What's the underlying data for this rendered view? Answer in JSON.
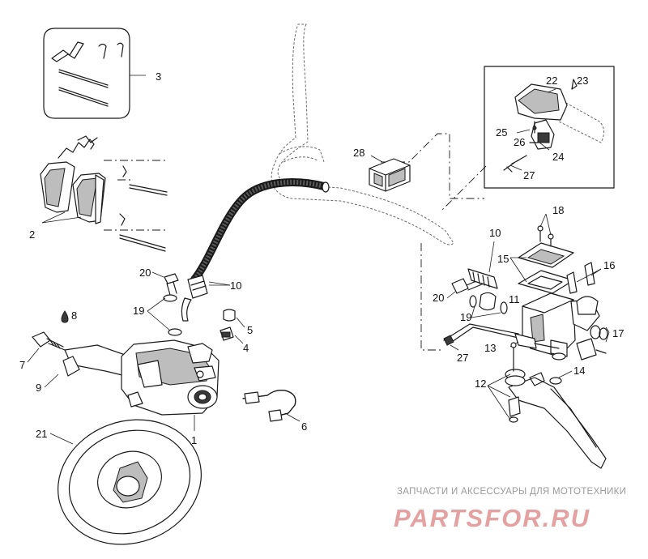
{
  "callouts": [
    {
      "id": "1",
      "label": "1"
    },
    {
      "id": "2",
      "label": "2"
    },
    {
      "id": "3",
      "label": "3"
    },
    {
      "id": "4",
      "label": "4"
    },
    {
      "id": "5",
      "label": "5"
    },
    {
      "id": "6",
      "label": "6"
    },
    {
      "id": "7",
      "label": "7"
    },
    {
      "id": "8",
      "label": "8"
    },
    {
      "id": "9",
      "label": "9"
    },
    {
      "id": "10a",
      "label": "10"
    },
    {
      "id": "10b",
      "label": "10"
    },
    {
      "id": "11",
      "label": "11"
    },
    {
      "id": "12",
      "label": "12"
    },
    {
      "id": "13",
      "label": "13"
    },
    {
      "id": "14",
      "label": "14"
    },
    {
      "id": "15",
      "label": "15"
    },
    {
      "id": "16",
      "label": "16"
    },
    {
      "id": "17",
      "label": "17"
    },
    {
      "id": "18",
      "label": "18"
    },
    {
      "id": "19a",
      "label": "19"
    },
    {
      "id": "19b",
      "label": "19"
    },
    {
      "id": "20a",
      "label": "20"
    },
    {
      "id": "20b",
      "label": "20"
    },
    {
      "id": "21",
      "label": "21"
    },
    {
      "id": "22",
      "label": "22"
    },
    {
      "id": "23",
      "label": "23"
    },
    {
      "id": "24",
      "label": "24"
    },
    {
      "id": "25",
      "label": "25"
    },
    {
      "id": "26",
      "label": "26"
    },
    {
      "id": "27a",
      "label": "27"
    },
    {
      "id": "27b",
      "label": "27"
    },
    {
      "id": "28",
      "label": "28"
    }
  ],
  "watermark": {
    "tagline": "ЗАПЧАСТИ И АКСЕССУАРЫ ДЛЯ МОТОТЕХНИКИ",
    "logo_text": "PARTSFOR.RU",
    "logo_color": "#e4a1a1"
  },
  "colors": {
    "line": "#1a1a1a",
    "background": "#ffffff"
  }
}
